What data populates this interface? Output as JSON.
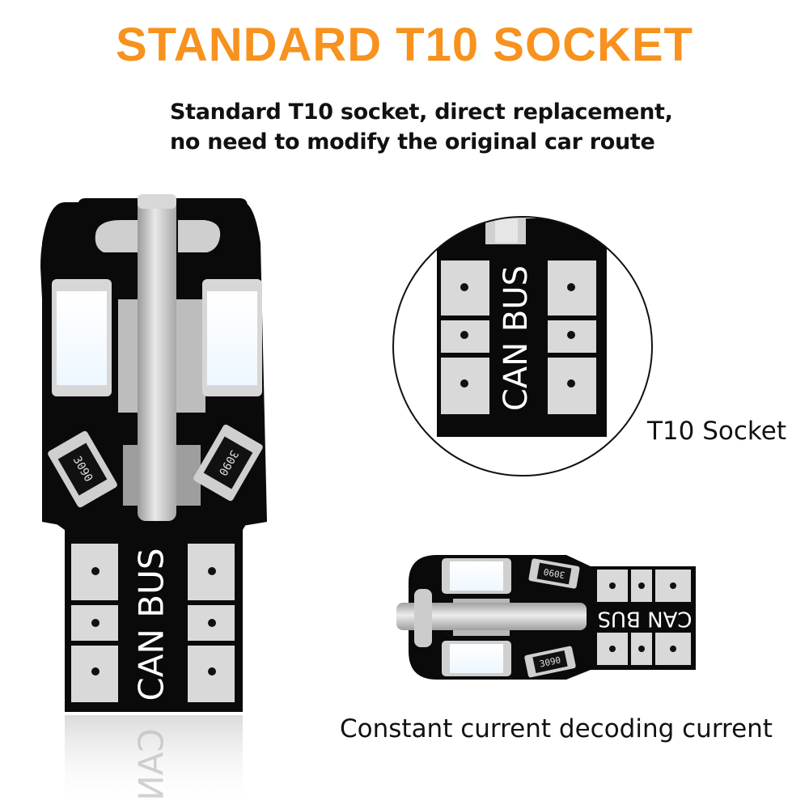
{
  "header": {
    "title": "STANDARD T10 SOCKET",
    "subtitle_line1": "Standard T10 socket, direct replacement,",
    "subtitle_line2": "no need to modify the original car route"
  },
  "bulb": {
    "pcb_label": "CAN BUS",
    "resistor_code": "3090",
    "reflection_label": "CAN"
  },
  "callouts": {
    "socket_label": "T10 Socket",
    "current_label": "Constant current decoding current",
    "socket_pcb_label": "CAN BUS",
    "side_pcb_label": "CAN BUS",
    "side_resistor_code": "3090"
  },
  "colors": {
    "title": "#f7921e",
    "pcb": "#0a0a0a",
    "led": "#ffffff",
    "pad": "#d9d9d9"
  }
}
